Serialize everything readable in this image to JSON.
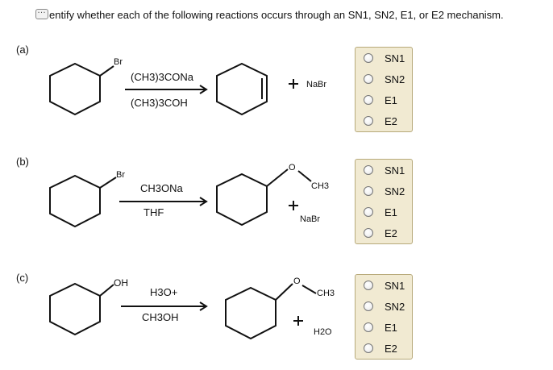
{
  "prompt": "entify whether each of the following reactions occurs through an SN1, SN2, E1, or E2 mechanism.",
  "parts": [
    {
      "label": "(a)",
      "reactant_substituent": "Br",
      "reagent_top": "(CH3)3CONa",
      "reagent_bottom": "(CH3)3COH",
      "byproduct": "NaBr",
      "choices": [
        "SN1",
        "SN2",
        "E1",
        "E2"
      ]
    },
    {
      "label": "(b)",
      "reactant_substituent": "Br",
      "reagent_top": "CH3ONa",
      "reagent_bottom": "THF",
      "product_substituent": "CH3",
      "byproduct": "NaBr",
      "choices": [
        "SN1",
        "SN2",
        "E1",
        "E2"
      ]
    },
    {
      "label": "(c)",
      "reactant_substituent": "OH",
      "reagent_top": "H3O+",
      "reagent_bottom": "CH3OH",
      "product_substituent": "CH3",
      "byproduct": "H2O",
      "choices": [
        "SN1",
        "SN2",
        "E1",
        "E2"
      ]
    }
  ],
  "symbols": {
    "plus": "+",
    "oxygen": "O"
  }
}
